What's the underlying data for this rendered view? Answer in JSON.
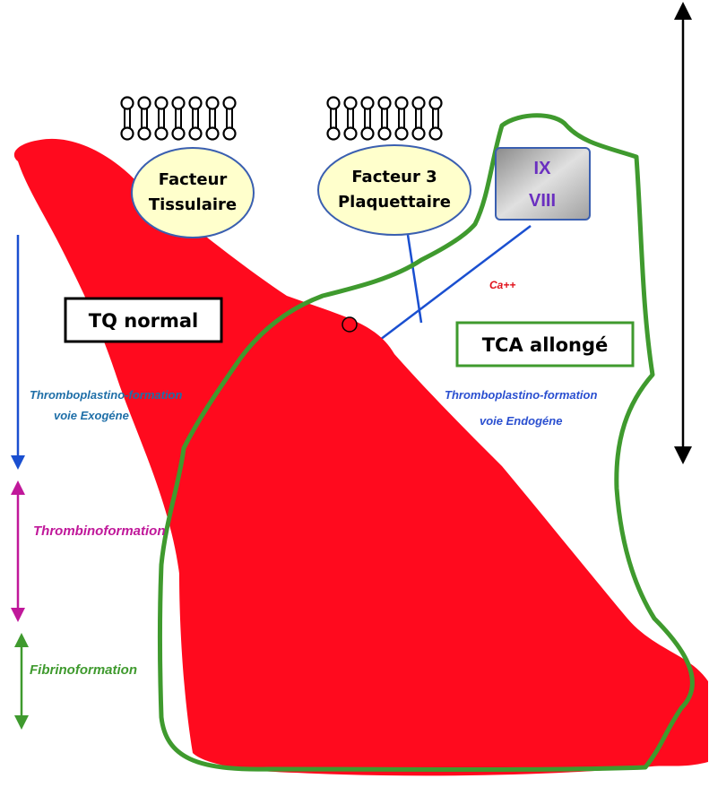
{
  "labels": {
    "facteur_tissulaire_line1": "Facteur",
    "facteur_tissulaire_line2": "Tissulaire",
    "facteur3_line1": "Facteur 3",
    "facteur3_line2": "Plaquettaire",
    "factor_ix": "IX",
    "factor_viii": "VIII",
    "calcium": "Ca++",
    "tq_normal": "TQ normal",
    "tca_allonge": "TCA allongé",
    "exo_line1": "Thromboplastino-formation",
    "exo_line2": "voie Exogéne",
    "endo_line1": "Thromboplastino-formation",
    "endo_line2": "voie Endogéne",
    "thrombinoformation": "Thrombinoformation",
    "fibrinoformation": "Fibrinoformation"
  },
  "colors": {
    "red_blob": "#ff0a1e",
    "green_outline": "#3f9a2e",
    "ellipse_fill": "#ffffcc",
    "ellipse_stroke": "#3a5fb0",
    "factor_box_text": "#6a2fc0",
    "blue_line": "#1a4fd0",
    "exo_text": "#1f6fa8",
    "endo_text": "#2a4fd0",
    "thrombino_text": "#c0189a",
    "thrombino_arrow": "#c0189a",
    "fibrino_text": "#3f9a2e",
    "calcium_text": "#e0101a"
  },
  "icons": [
    "phospholipid-membrane-icon"
  ]
}
